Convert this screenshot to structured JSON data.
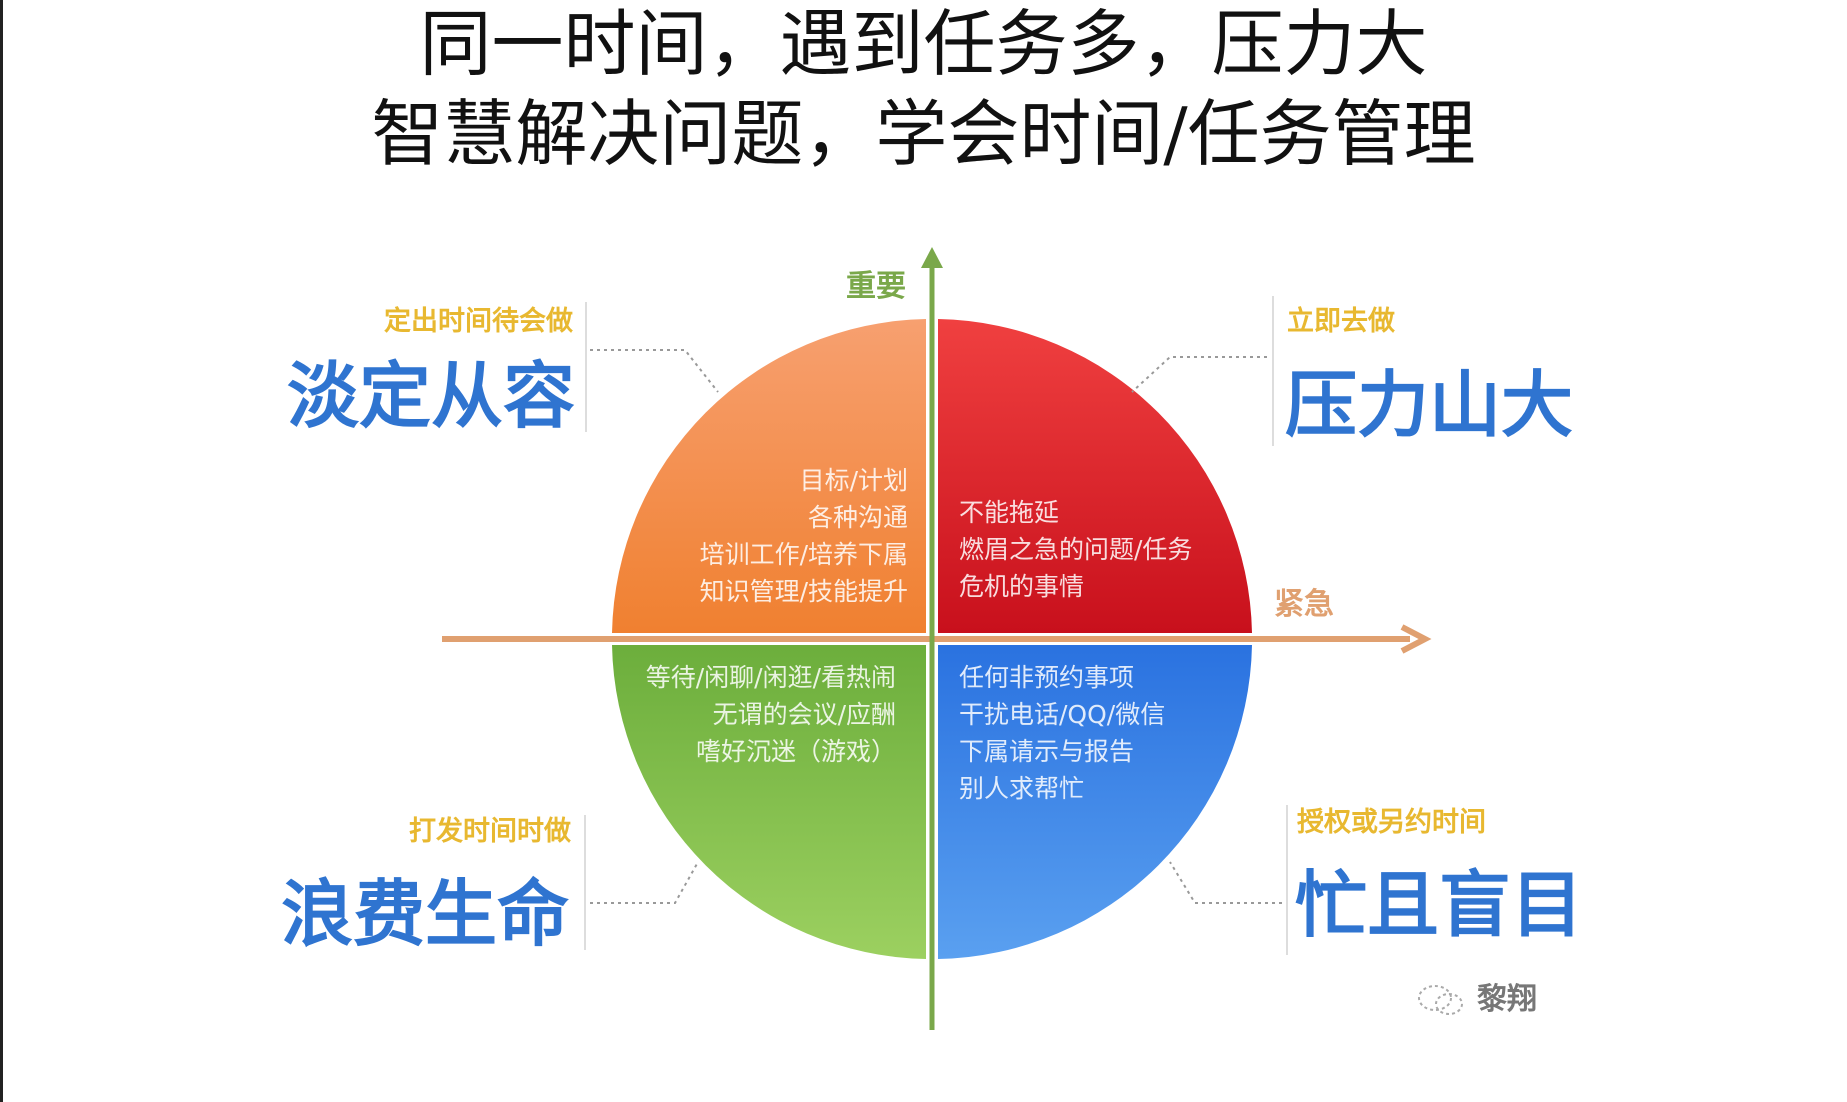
{
  "title": {
    "line1": "同一时间，遇到任务多，压力大",
    "line2": "智慧解决问题，学会时间/任务管理"
  },
  "axes": {
    "vertical_label": "重要",
    "horizontal_label": "紧急",
    "vertical_color": "#7aa84a",
    "horizontal_color": "#e0a070"
  },
  "quadrants": {
    "important_not_urgent": {
      "hint": "定出时间待会做",
      "title": "淡定从容",
      "color": "#f08a3c",
      "items": [
        "目标/计划",
        "各种沟通",
        "培训工作/培养下属",
        "知识管理/技能提升"
      ]
    },
    "important_urgent": {
      "hint": "立即去做",
      "title": "压力山大",
      "color": "#d8202a",
      "items": [
        "不能拖延",
        "燃眉之急的问题/任务",
        "危机的事情"
      ]
    },
    "not_important_not_urgent": {
      "hint": "打发时间时做",
      "title": "浪费生命",
      "color": "#7cc04a",
      "items": [
        "等待/闲聊/闲逛/看热闹",
        "无谓的会议/应酬",
        "嗜好沉迷（游戏）"
      ]
    },
    "not_important_urgent": {
      "hint": "授权或另约时间",
      "title": "忙且盲目",
      "color": "#2e7ee8",
      "items": [
        "任何非预约事项",
        "干扰电话/QQ/微信",
        "下属请示与报告",
        "别人求帮忙"
      ]
    }
  },
  "watermark": {
    "icon": "wechat-icon",
    "text": "黎翔"
  }
}
